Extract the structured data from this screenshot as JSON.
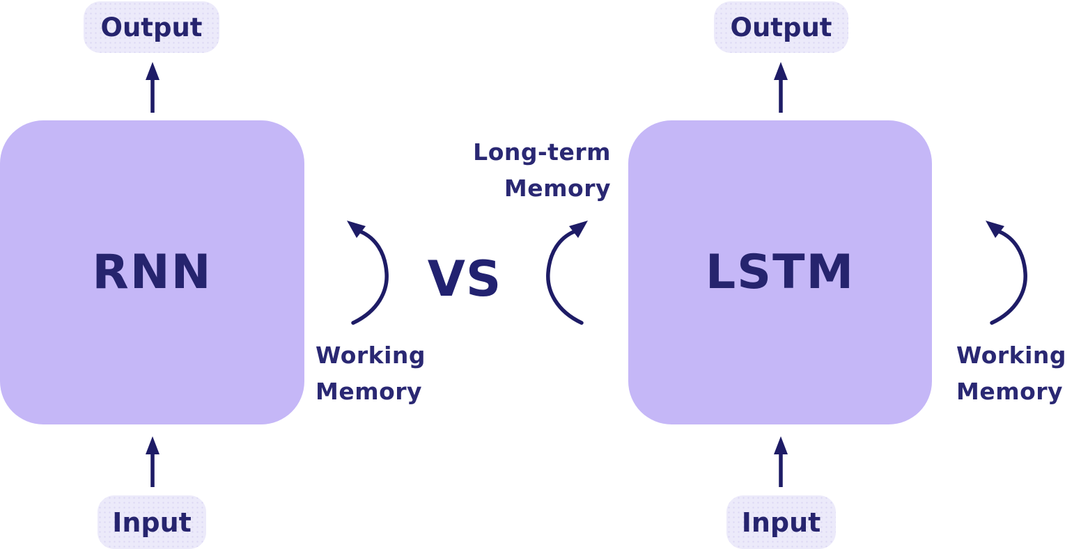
{
  "diagram": {
    "vs_label": "VS",
    "colors": {
      "panel_purple": "#C5B7F7",
      "pill_lavender": "#ECEAFA",
      "text_navy": "#2A2873",
      "arrow_navy": "#1E1C66",
      "background": "#FFFFFF"
    },
    "left": {
      "model": "RNN",
      "output": "Output",
      "input": "Input",
      "loop_label_line1": "Working",
      "loop_label_line2": "Memory"
    },
    "right": {
      "model": "LSTM",
      "output": "Output",
      "input": "Input",
      "loop_label_line1": "Working",
      "loop_label_line2": "Memory",
      "extra_label_line1": "Long-term",
      "extra_label_line2": "Memory"
    }
  }
}
